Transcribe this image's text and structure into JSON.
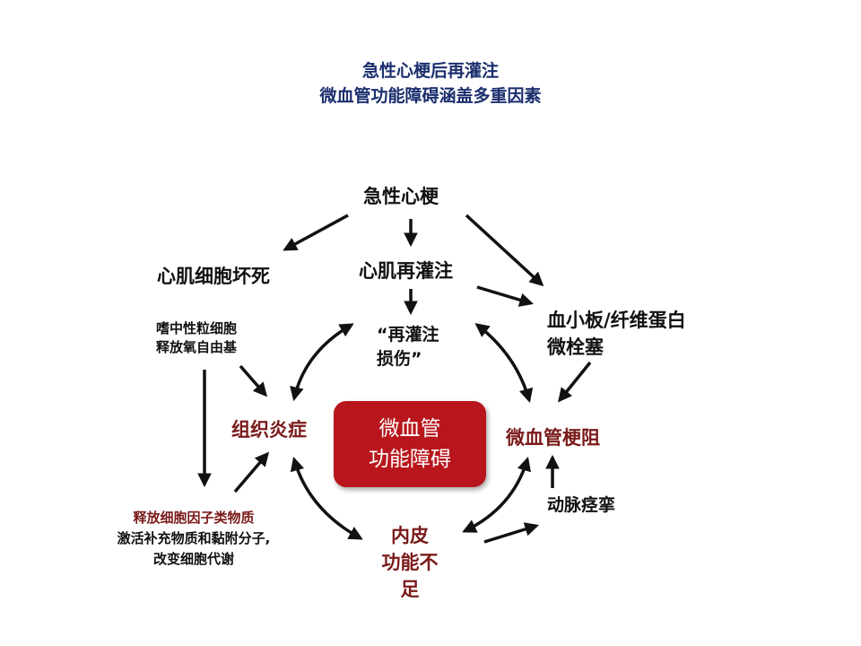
{
  "title": {
    "line1": "急性心梗后再灌注",
    "line2": "微血管功能障碍涵盖多重因素"
  },
  "nodes": {
    "ami": "急性心梗",
    "myocyte_necrosis": "心肌细胞坏死",
    "reperfusion": "心肌再灌注",
    "platelet_line1": "血小板/纤维蛋白",
    "platelet_line2": "微栓塞",
    "neutrophil_line1": "嗜中性粒细胞",
    "neutrophil_line2": "释放氧自由基",
    "reperfusion_injury_line1": "“再灌注",
    "reperfusion_injury_line2": "损伤”",
    "inflammation": "组织炎症",
    "center_line1": "微血管",
    "center_line2": "功能障碍",
    "obstruction": "微血管梗阻",
    "spasm": "动脉痉挛",
    "cytokine_line1": "释放细胞因子类物质",
    "cytokine_line2": "激活补充物质和黏附分子,",
    "cytokine_line3": "改变细胞代谢",
    "endothelial_line1": "内皮",
    "endothelial_line2": "功能不",
    "endothelial_line3": "足"
  },
  "colors": {
    "title": "#1c2f6e",
    "center_box": "#b8161c",
    "red_label": "#7a1a1a",
    "arrow": "#111111"
  }
}
